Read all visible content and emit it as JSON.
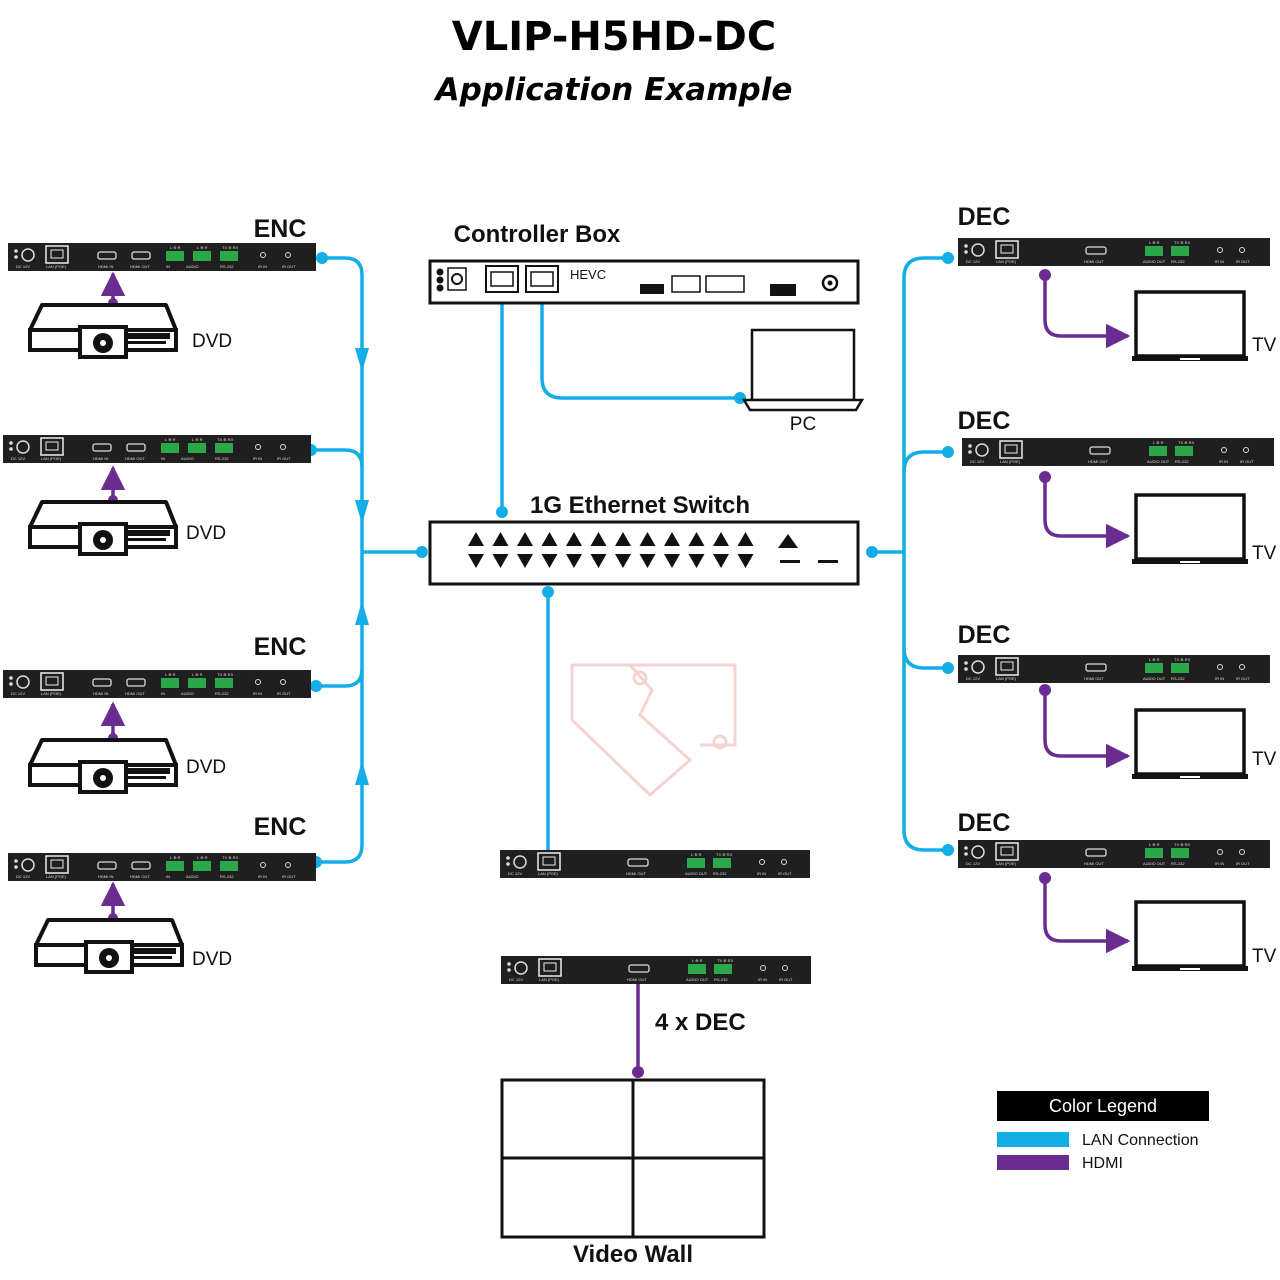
{
  "header": {
    "title": "VLIP-H5HD-DC",
    "subtitle": "Application Example"
  },
  "labels": {
    "enc": "ENC",
    "dec": "DEC",
    "dvd": "DVD",
    "tv": "TV",
    "pc": "PC",
    "controller": "Controller Box",
    "hevc": "HEVC",
    "switch": "1G Ethernet Switch",
    "four_dec": "4 x DEC",
    "video_wall": "Video Wall"
  },
  "port_labels": {
    "dc": "DC 12V",
    "lan": "LAN (POE)",
    "hdmi_in": "HDMI IN",
    "hdmi_out": "HDMI OUT",
    "audio_in": "IN",
    "audio_out": "OUT",
    "audio": "AUDIO",
    "audio_out_dec": "AUDIO OUT",
    "rs232": "RS-232",
    "ir_in": "IR IN",
    "ir_out": "IR OUT",
    "lr": "L ⊕ R",
    "txrx": "TX ⊕ RX"
  },
  "legend": {
    "title": "Color Legend",
    "items": [
      {
        "label": "LAN Connection",
        "color": "#14aee6"
      },
      {
        "label": "HDMI",
        "color": "#6a2c91"
      }
    ]
  },
  "colors": {
    "lan": "#14aee6",
    "hdmi": "#6a2c91",
    "device": "#1f1f1f",
    "terminal": "#2aa84a"
  }
}
